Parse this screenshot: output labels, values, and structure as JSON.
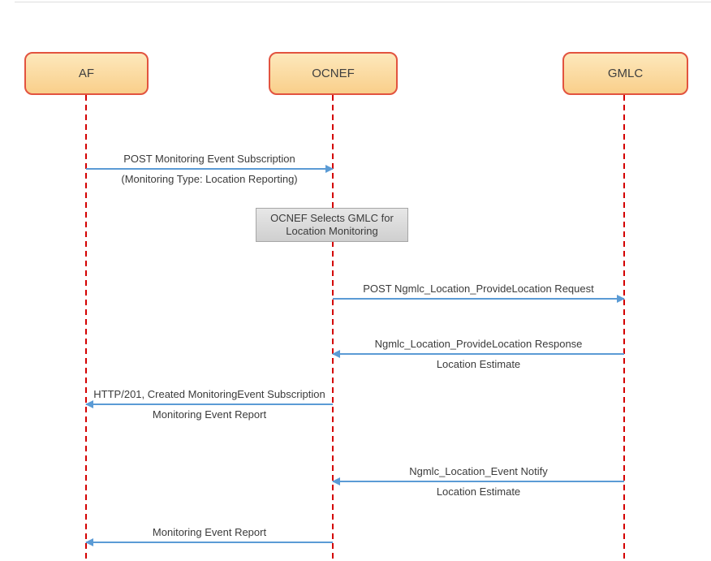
{
  "colors": {
    "actor_fill_top": "#FDE8BC",
    "actor_fill_bottom": "#F9CF8B",
    "actor_border": "#E2533F",
    "lifeline_red": "#D40000",
    "arrow_blue": "#5B9BD5",
    "note_fill_top": "#E7E7E7",
    "note_fill_bottom": "#CFCFCF",
    "note_border": "#A6A6A6",
    "text_dark": "#3B3B3B"
  },
  "actors": [
    {
      "id": "af",
      "label": "AF"
    },
    {
      "id": "ocnef",
      "label": "OCNEF"
    },
    {
      "id": "gmlc",
      "label": "GMLC"
    }
  ],
  "note": {
    "line1": "OCNEF Selects GMLC for",
    "line2": "Location Monitoring"
  },
  "messages": [
    {
      "from": "AF",
      "to": "OCNEF",
      "direction": "right",
      "line1": "POST Monitoring Event Subscription",
      "line2": "(Monitoring Type: Location Reporting)"
    },
    {
      "from": "OCNEF",
      "to": "GMLC",
      "direction": "right",
      "line1": "POST Ngmlc_Location_ProvideLocation Request"
    },
    {
      "from": "GMLC",
      "to": "OCNEF",
      "direction": "left",
      "line1": "Ngmlc_Location_ProvideLocation Response",
      "line2": "Location Estimate"
    },
    {
      "from": "OCNEF",
      "to": "AF",
      "direction": "left",
      "line1": "HTTP/201, Created MonitoringEvent Subscription",
      "line2": "Monitoring Event Report"
    },
    {
      "from": "GMLC",
      "to": "OCNEF",
      "direction": "left",
      "line1": "Ngmlc_Location_Event Notify",
      "line2": "Location Estimate"
    },
    {
      "from": "OCNEF",
      "to": "AF",
      "direction": "left",
      "line1": "Monitoring Event Report"
    }
  ]
}
